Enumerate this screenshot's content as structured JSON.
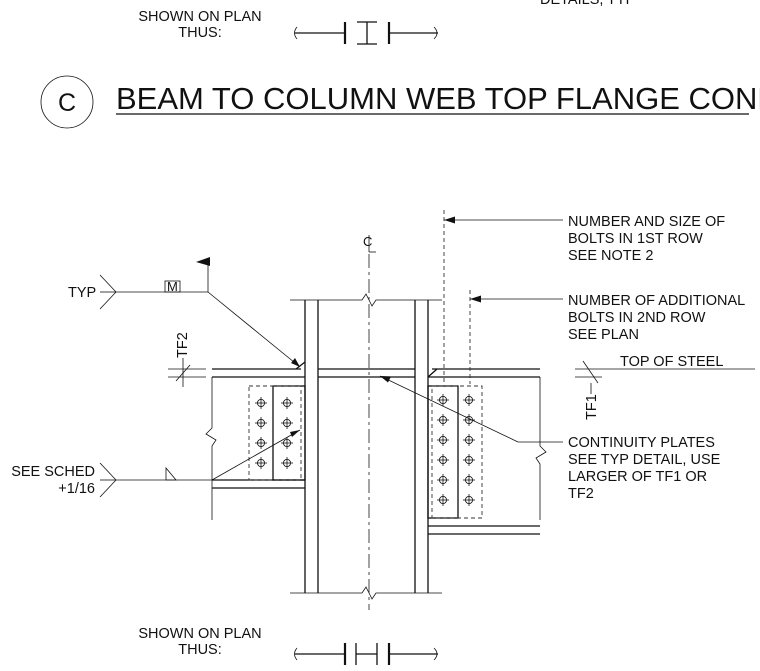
{
  "header": {
    "top_cut_text": "DETAILS, TYP",
    "shown_on_plan_top_line1": "SHOWN ON PLAN",
    "shown_on_plan_top_line2": "THUS:"
  },
  "detail": {
    "marker": "C",
    "title": "BEAM TO COLUMN WEB TOP FLANGE CONN"
  },
  "labels": {
    "centerline": "CL",
    "typ": "TYP",
    "weld_symbol_letter": "M",
    "tf2": "TF2",
    "tf1": "TF1",
    "see_sched": "SEE SCHED",
    "plus_sixteenth": "+1/16",
    "top_of_steel": "TOP OF STEEL"
  },
  "notes": {
    "bolts_first_row": [
      "NUMBER AND SIZE OF",
      "BOLTS IN 1ST ROW",
      "SEE NOTE 2"
    ],
    "bolts_second_row": [
      "NUMBER OF ADDITIONAL",
      "BOLTS IN 2ND ROW",
      "SEE PLAN"
    ],
    "continuity_plates": [
      "CONTINUITY PLATES",
      "SEE TYP DETAIL, USE",
      "LARGER OF TF1 OR",
      "TF2"
    ]
  },
  "footer": {
    "shown_on_plan_line1": "SHOWN ON PLAN",
    "shown_on_plan_line2": "THUS:"
  }
}
